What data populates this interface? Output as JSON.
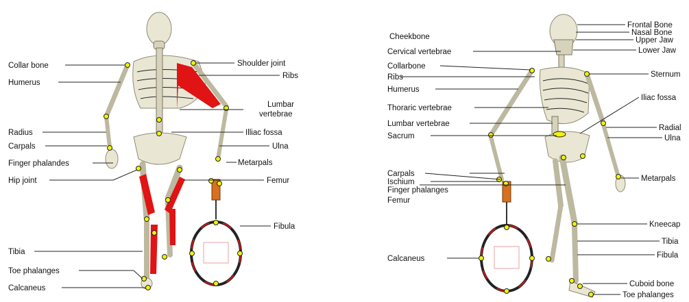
{
  "left_figure": {
    "labels_left": [
      "Collar bone",
      "Humerus",
      "Radius",
      "Carpals",
      "Finger phalandes",
      "Hip joint",
      "Tibia",
      "Toe phalanges",
      "Calcaneus"
    ],
    "labels_right": [
      "Shoulder joint",
      "Ribs",
      "Lumbar",
      "vertebrae",
      "Illiac fossa",
      "Ulna",
      "Metarpals",
      "Femur",
      "Fibula"
    ]
  },
  "right_figure": {
    "labels_left": [
      "Cheekbone",
      "Cervical vertebrae",
      "Collarbone",
      "Ribs",
      "Humerus",
      "Thoraric vertebrae",
      "Lumbar vertebrae",
      "Sacrum",
      "Carpals",
      "Ischium",
      "Finger phalanges",
      "Femur",
      "Calcaneus"
    ],
    "labels_right": [
      "Frontal Bone",
      "Nasal Bone",
      "Upper Jaw",
      "Lower Jaw",
      "Sternum",
      "Iliac fossa",
      "Radial",
      "Ulna",
      "Metarpals",
      "Kneecap",
      "Tibia",
      "Fibula",
      "Cuboid bone",
      "Toe phalanges"
    ]
  },
  "colors": {
    "highlight": "#e01414",
    "marker": "#f2f20a",
    "bone": "#e9e6d4",
    "racket_handle": "#d8701e"
  }
}
